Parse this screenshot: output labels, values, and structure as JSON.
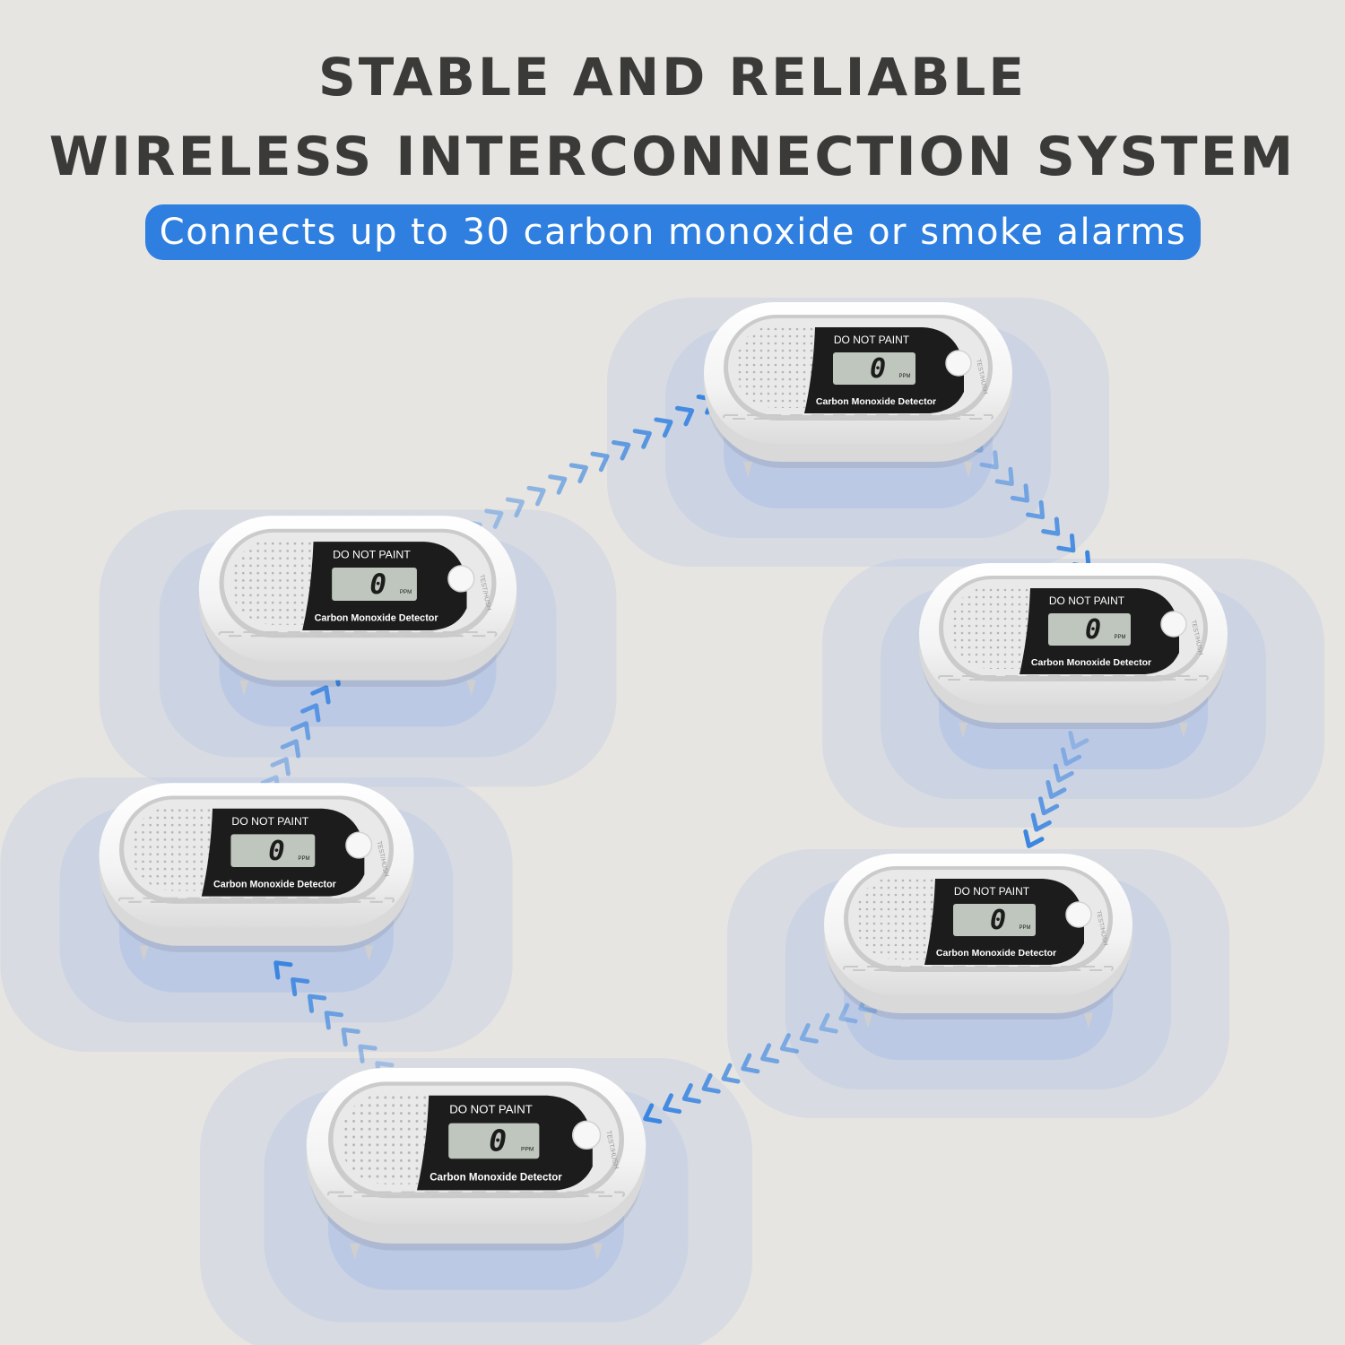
{
  "header": {
    "line1": "STABLE AND RELIABLE",
    "line2": "WIRELESS INTERCONNECTION SYSTEM",
    "subtitle": "Connects up to 30 carbon monoxide or smoke alarms"
  },
  "detector": {
    "warning_label": "DO NOT PAINT",
    "model_label": "Carbon Monoxide Detector",
    "reading": "0",
    "unit": "PPM",
    "button_label": "TEST/HUSH"
  },
  "colors": {
    "background": "#e7e5e1",
    "accent": "#2f7fe0",
    "halo": "#b9c8e6",
    "arrow": "#3b86e0"
  }
}
